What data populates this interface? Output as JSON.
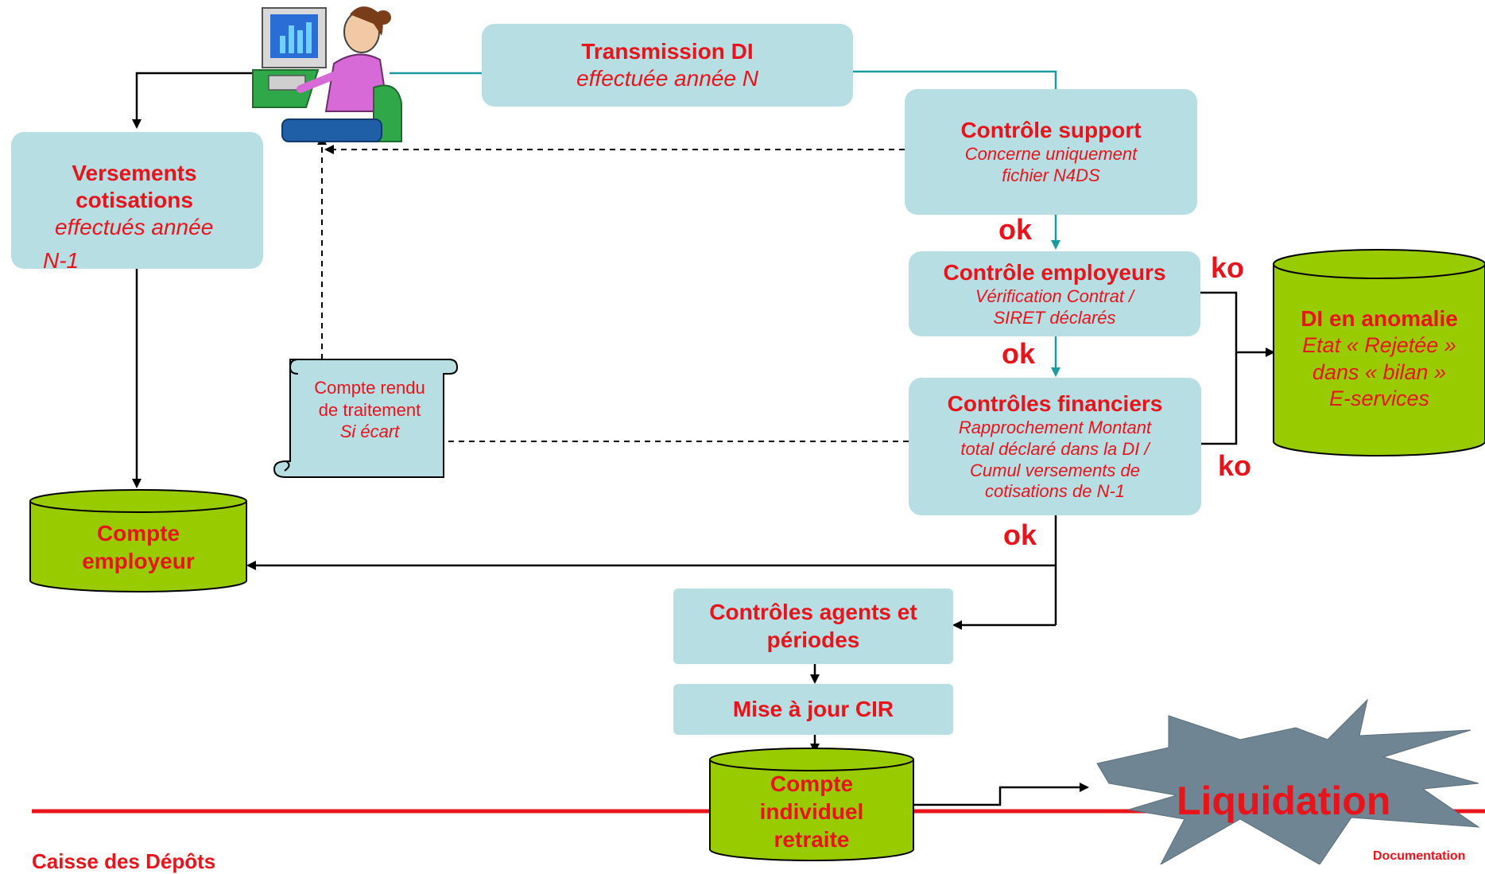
{
  "colors": {
    "box_fill": "#b7dfe3",
    "text_red": "#e8141b",
    "cylinder_fill": "#99cc00",
    "teal_line": "#1a9ba0",
    "starburst": "#6f8593"
  },
  "transmission": {
    "title": "Transmission DI",
    "subtitle": "effectuée année N"
  },
  "versements": {
    "title_line1": "Versements",
    "title_line2": "cotisations",
    "subtitle_line1": "effectués année",
    "subtitle_line2": "N-1"
  },
  "controle_support": {
    "title": "Contrôle support",
    "subtitle_line1": "Concerne uniquement",
    "subtitle_line2": "fichier N4DS"
  },
  "controle_employeurs": {
    "title": "Contrôle employeurs",
    "subtitle_line1": "Vérification Contrat /",
    "subtitle_line2": "SIRET déclarés"
  },
  "controles_financiers": {
    "title": "Contrôles financiers",
    "subtitle_line1": "Rapprochement Montant",
    "subtitle_line2": "total déclaré dans la DI /",
    "subtitle_line3": "Cumul versements de",
    "subtitle_line4": "cotisations de N-1"
  },
  "controles_agents": {
    "line1": "Contrôles agents et",
    "line2": "périodes"
  },
  "mise_a_jour": {
    "label": "Mise à jour CIR"
  },
  "compte_employeur": {
    "line1": "Compte",
    "line2": "employeur"
  },
  "compte_individuel": {
    "line1": "Compte",
    "line2": "individuel",
    "line3": "retraite"
  },
  "di_anomalie": {
    "title": "DI en anomalie",
    "line1": "Etat « Rejetée »",
    "line2": "dans « bilan »",
    "line3": "E-services"
  },
  "compte_rendu": {
    "line1": "Compte rendu",
    "line2": "de traitement",
    "line3": "Si écart"
  },
  "liquidation": {
    "label": "Liquidation"
  },
  "flow_labels": {
    "ok1": "ok",
    "ok2": "ok",
    "ok3": "ok",
    "ko1": "ko",
    "ko2": "ko"
  },
  "footer": {
    "left": "Caisse des Dépôts",
    "right": "Documentation"
  },
  "icons": {
    "user": "user-at-computer-icon"
  }
}
